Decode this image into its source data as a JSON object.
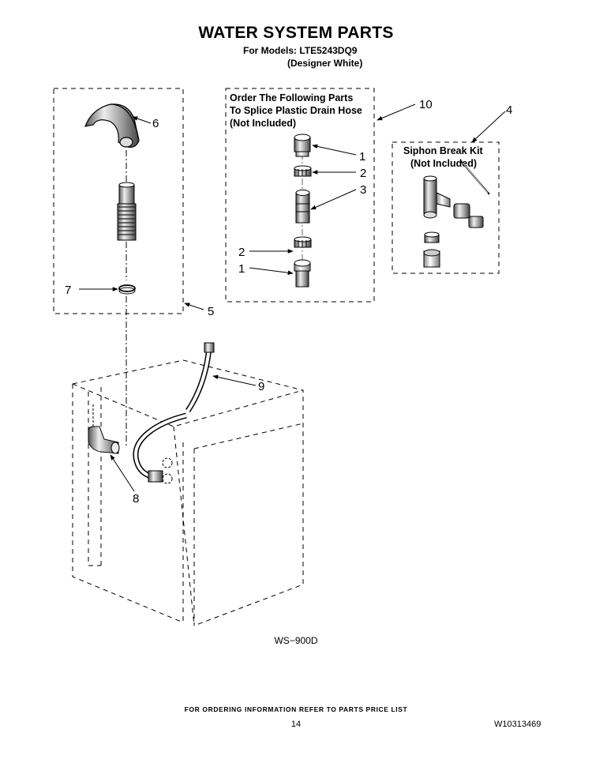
{
  "header": {
    "title": "WATER SYSTEM PARTS",
    "models_line": "For Models: LTE5243DQ9",
    "variant_line": "(Designer White)"
  },
  "splice_box": {
    "line1": "Order The Following Parts",
    "line2": "To Splice Plastic Drain Hose",
    "line3": "(Not Included)"
  },
  "siphon_box": {
    "line1": "Siphon Break Kit",
    "line2": "(Not Included)"
  },
  "callouts": {
    "c1_top": "1",
    "c2_top": "2",
    "c3": "3",
    "c2_bottom": "2",
    "c1_bottom": "1",
    "c4": "4",
    "c5": "5",
    "c6": "6",
    "c7": "7",
    "c8": "8",
    "c9": "9",
    "c10": "10"
  },
  "footer": {
    "figure_code": "WS−900D",
    "note": "FOR ORDERING INFORMATION REFER TO PARTS PRICE LIST",
    "page_number": "14",
    "doc_number": "W10313469"
  }
}
